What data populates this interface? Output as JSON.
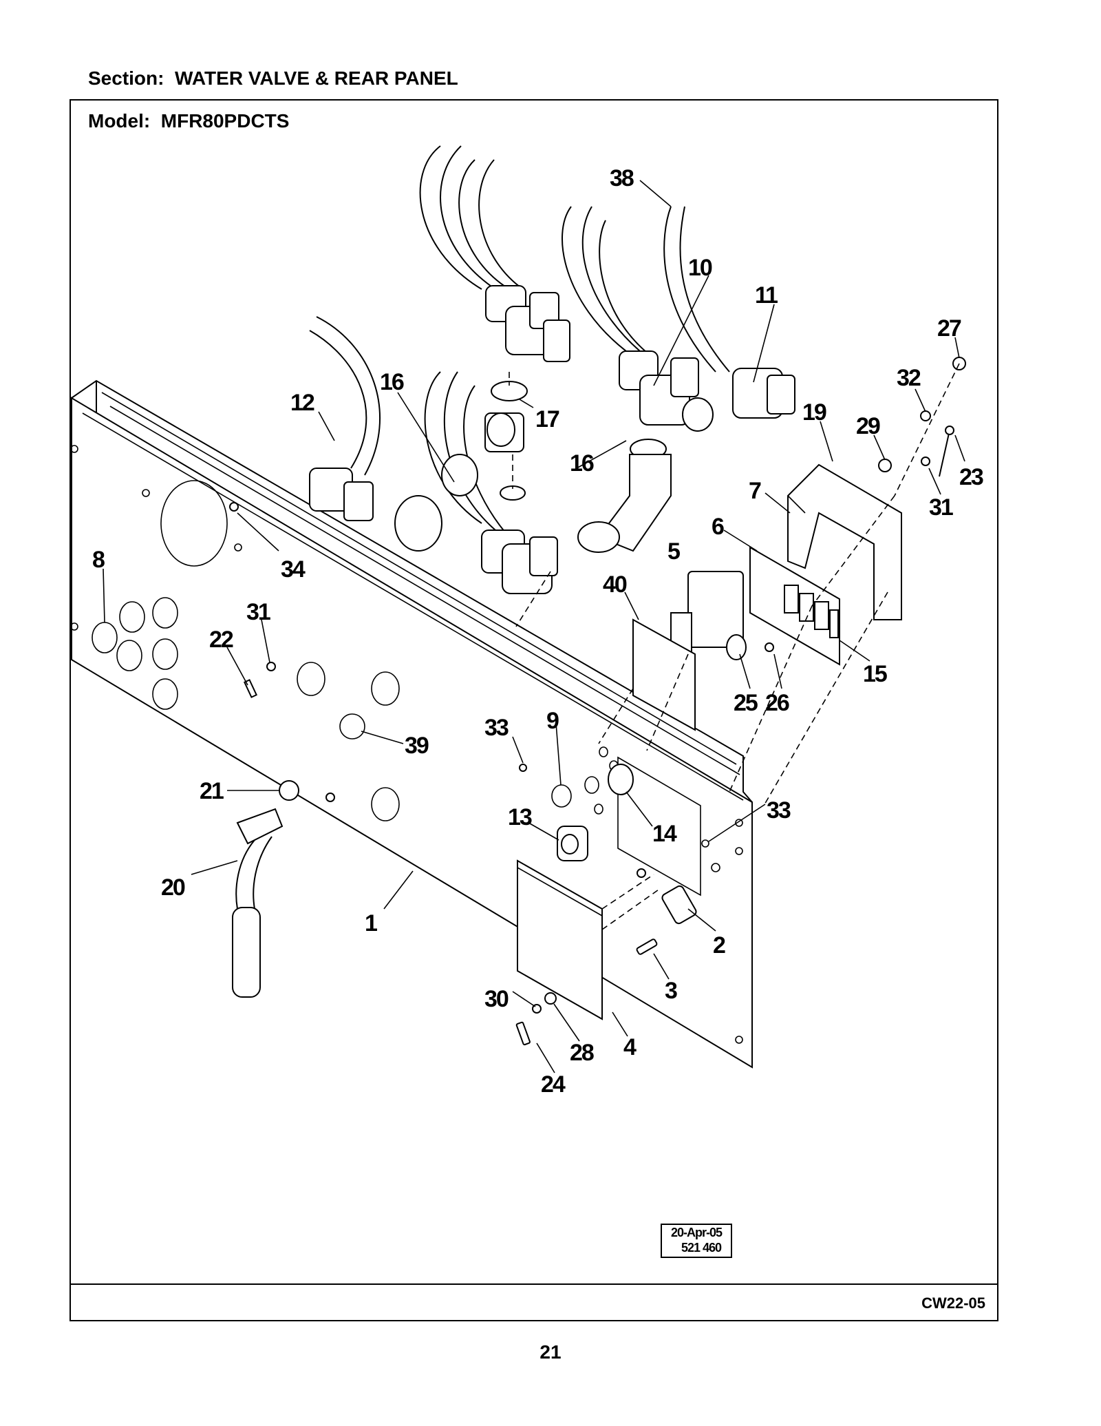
{
  "section_title": "Section:  WATER VALVE & REAR PANEL",
  "model_title": "Model:  MFR80PDCTS",
  "stamp": {
    "date": "20-Apr-05",
    "number": "521 460"
  },
  "footer_code": "CW22-05",
  "page_number": "21",
  "callouts": [
    "38",
    "10",
    "11",
    "27",
    "32",
    "12",
    "16",
    "17",
    "19",
    "29",
    "23",
    "31",
    "7",
    "6",
    "5",
    "8",
    "34",
    "40",
    "31",
    "22",
    "15",
    "25",
    "26",
    "39",
    "33",
    "9",
    "21",
    "33",
    "13",
    "14",
    "20",
    "1",
    "2",
    "3",
    "30",
    "28",
    "4",
    "24",
    "16"
  ]
}
